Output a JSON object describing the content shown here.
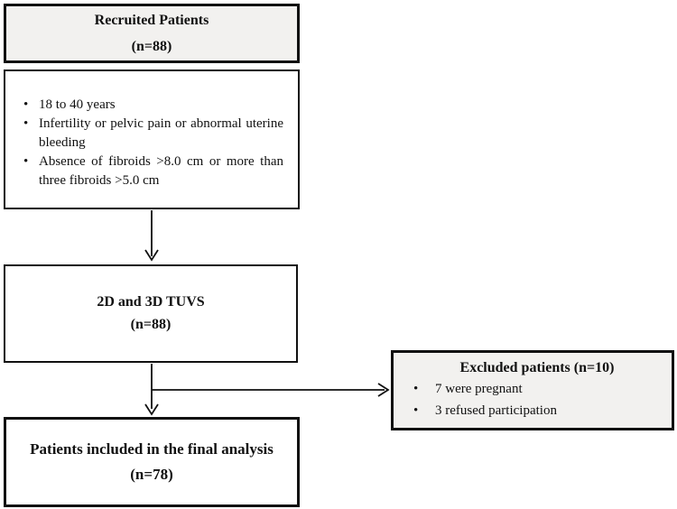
{
  "figure": {
    "type": "flowchart",
    "description": "Patient recruitment flow diagram"
  },
  "recruited_box": {
    "title": "Recruited Patients",
    "count": "(n=88)"
  },
  "criteria_box": {
    "items": [
      "18 to 40 years",
      "Infertility or pelvic pain or abnormal uterine bleeding",
      "Absence of fibroids >8.0 cm or more than three fibroids >5.0 cm"
    ]
  },
  "tuvs_box": {
    "title": "2D and 3D TUVS",
    "count": "(n=88)"
  },
  "excluded_box": {
    "title": "Excluded patients (n=10)",
    "items": [
      "7 were pregnant",
      "3 refused participation"
    ]
  },
  "final_box": {
    "title": "Patients included in the final analysis",
    "count": "(n=78)"
  },
  "colors": {
    "border_color": "#111111",
    "text_color": "#111111",
    "shaded_box_bg": "#f2f1ef",
    "plain_box_bg": "#ffffff",
    "canvas_bg": "#ffffff"
  }
}
